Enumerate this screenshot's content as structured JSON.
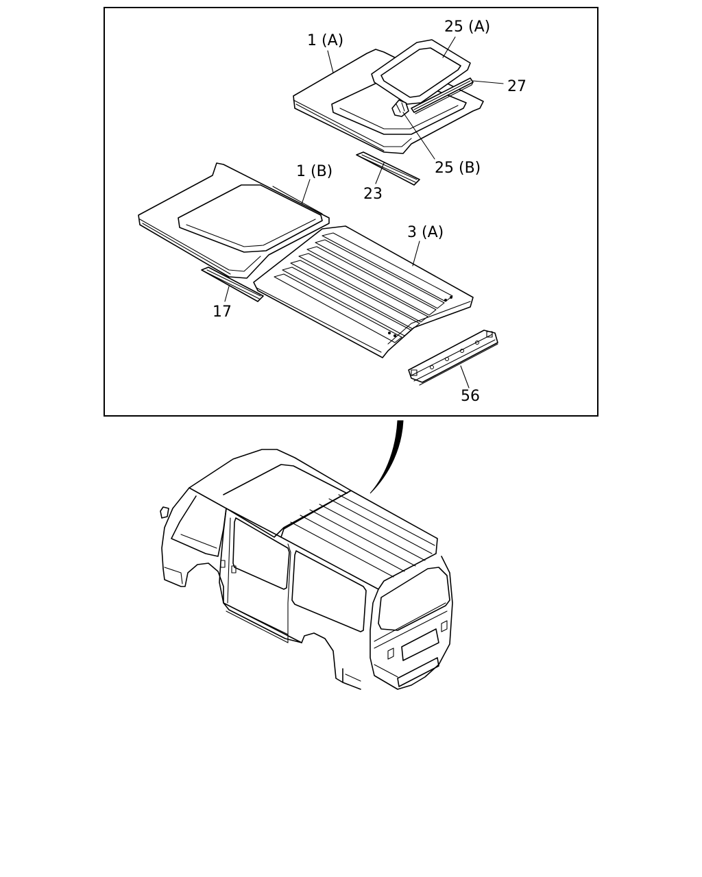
{
  "callouts": {
    "c1a": "1 (A)",
    "c25a": "25 (A)",
    "c27": "27",
    "c25b": "25 (B)",
    "c23": "23",
    "c1b": "1 (B)",
    "c3a": "3 (A)",
    "c17": "17",
    "c56": "56"
  }
}
